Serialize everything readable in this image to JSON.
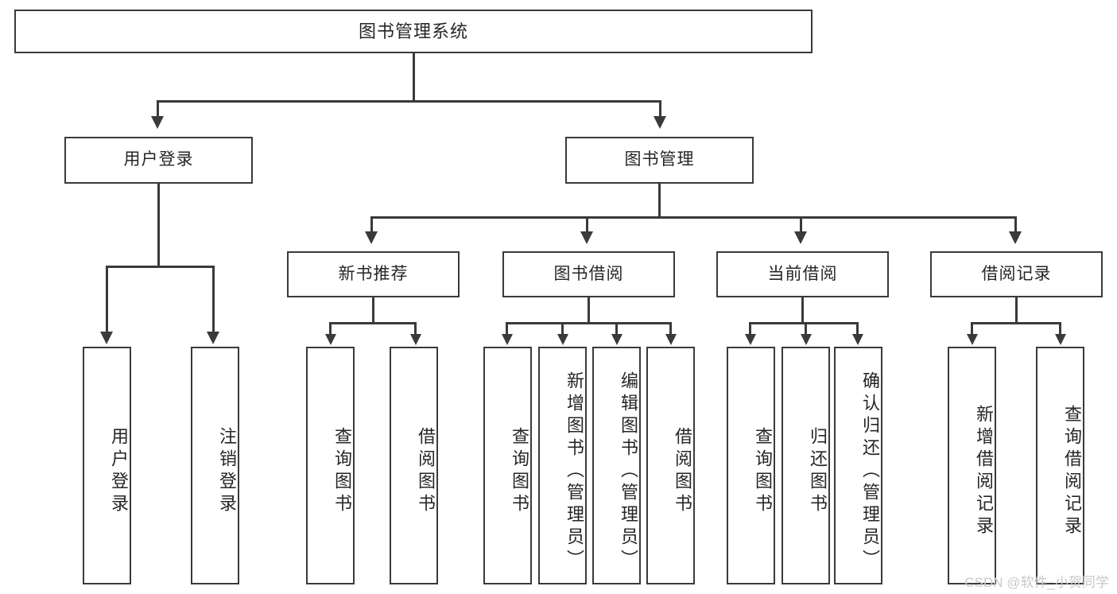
{
  "diagram": {
    "title": "图书管理系统",
    "type": "hierarchy-tree",
    "watermark": "CSDN @软件_小贺同学",
    "colors": {
      "background": "#ffffff",
      "border": "#3a3a3a",
      "text": "#262626",
      "watermark": "#c9c9c9"
    },
    "root": {
      "label": "图书管理系统"
    },
    "level2": [
      {
        "label": "用户登录"
      },
      {
        "label": "图书管理"
      }
    ],
    "level3": [
      {
        "label": "新书推荐"
      },
      {
        "label": "图书借阅"
      },
      {
        "label": "当前借阅"
      },
      {
        "label": "借阅记录"
      }
    ],
    "leaves": {
      "user_login": [
        {
          "label": "用户登录"
        },
        {
          "label": "注销登录"
        }
      ],
      "new_book_recommend": [
        {
          "label": "查询图书"
        },
        {
          "label": "借阅图书"
        }
      ],
      "book_borrow": [
        {
          "label": "查询图书"
        },
        {
          "label": "新增图书（管理员）"
        },
        {
          "label": "编辑图书（管理员）"
        },
        {
          "label": "借阅图书"
        }
      ],
      "current_borrow": [
        {
          "label": "查询图书"
        },
        {
          "label": "归还图书"
        },
        {
          "label": "确认归还（管理员）"
        }
      ],
      "borrow_record": [
        {
          "label": "新增借阅记录"
        },
        {
          "label": "查询借阅记录"
        }
      ]
    }
  }
}
